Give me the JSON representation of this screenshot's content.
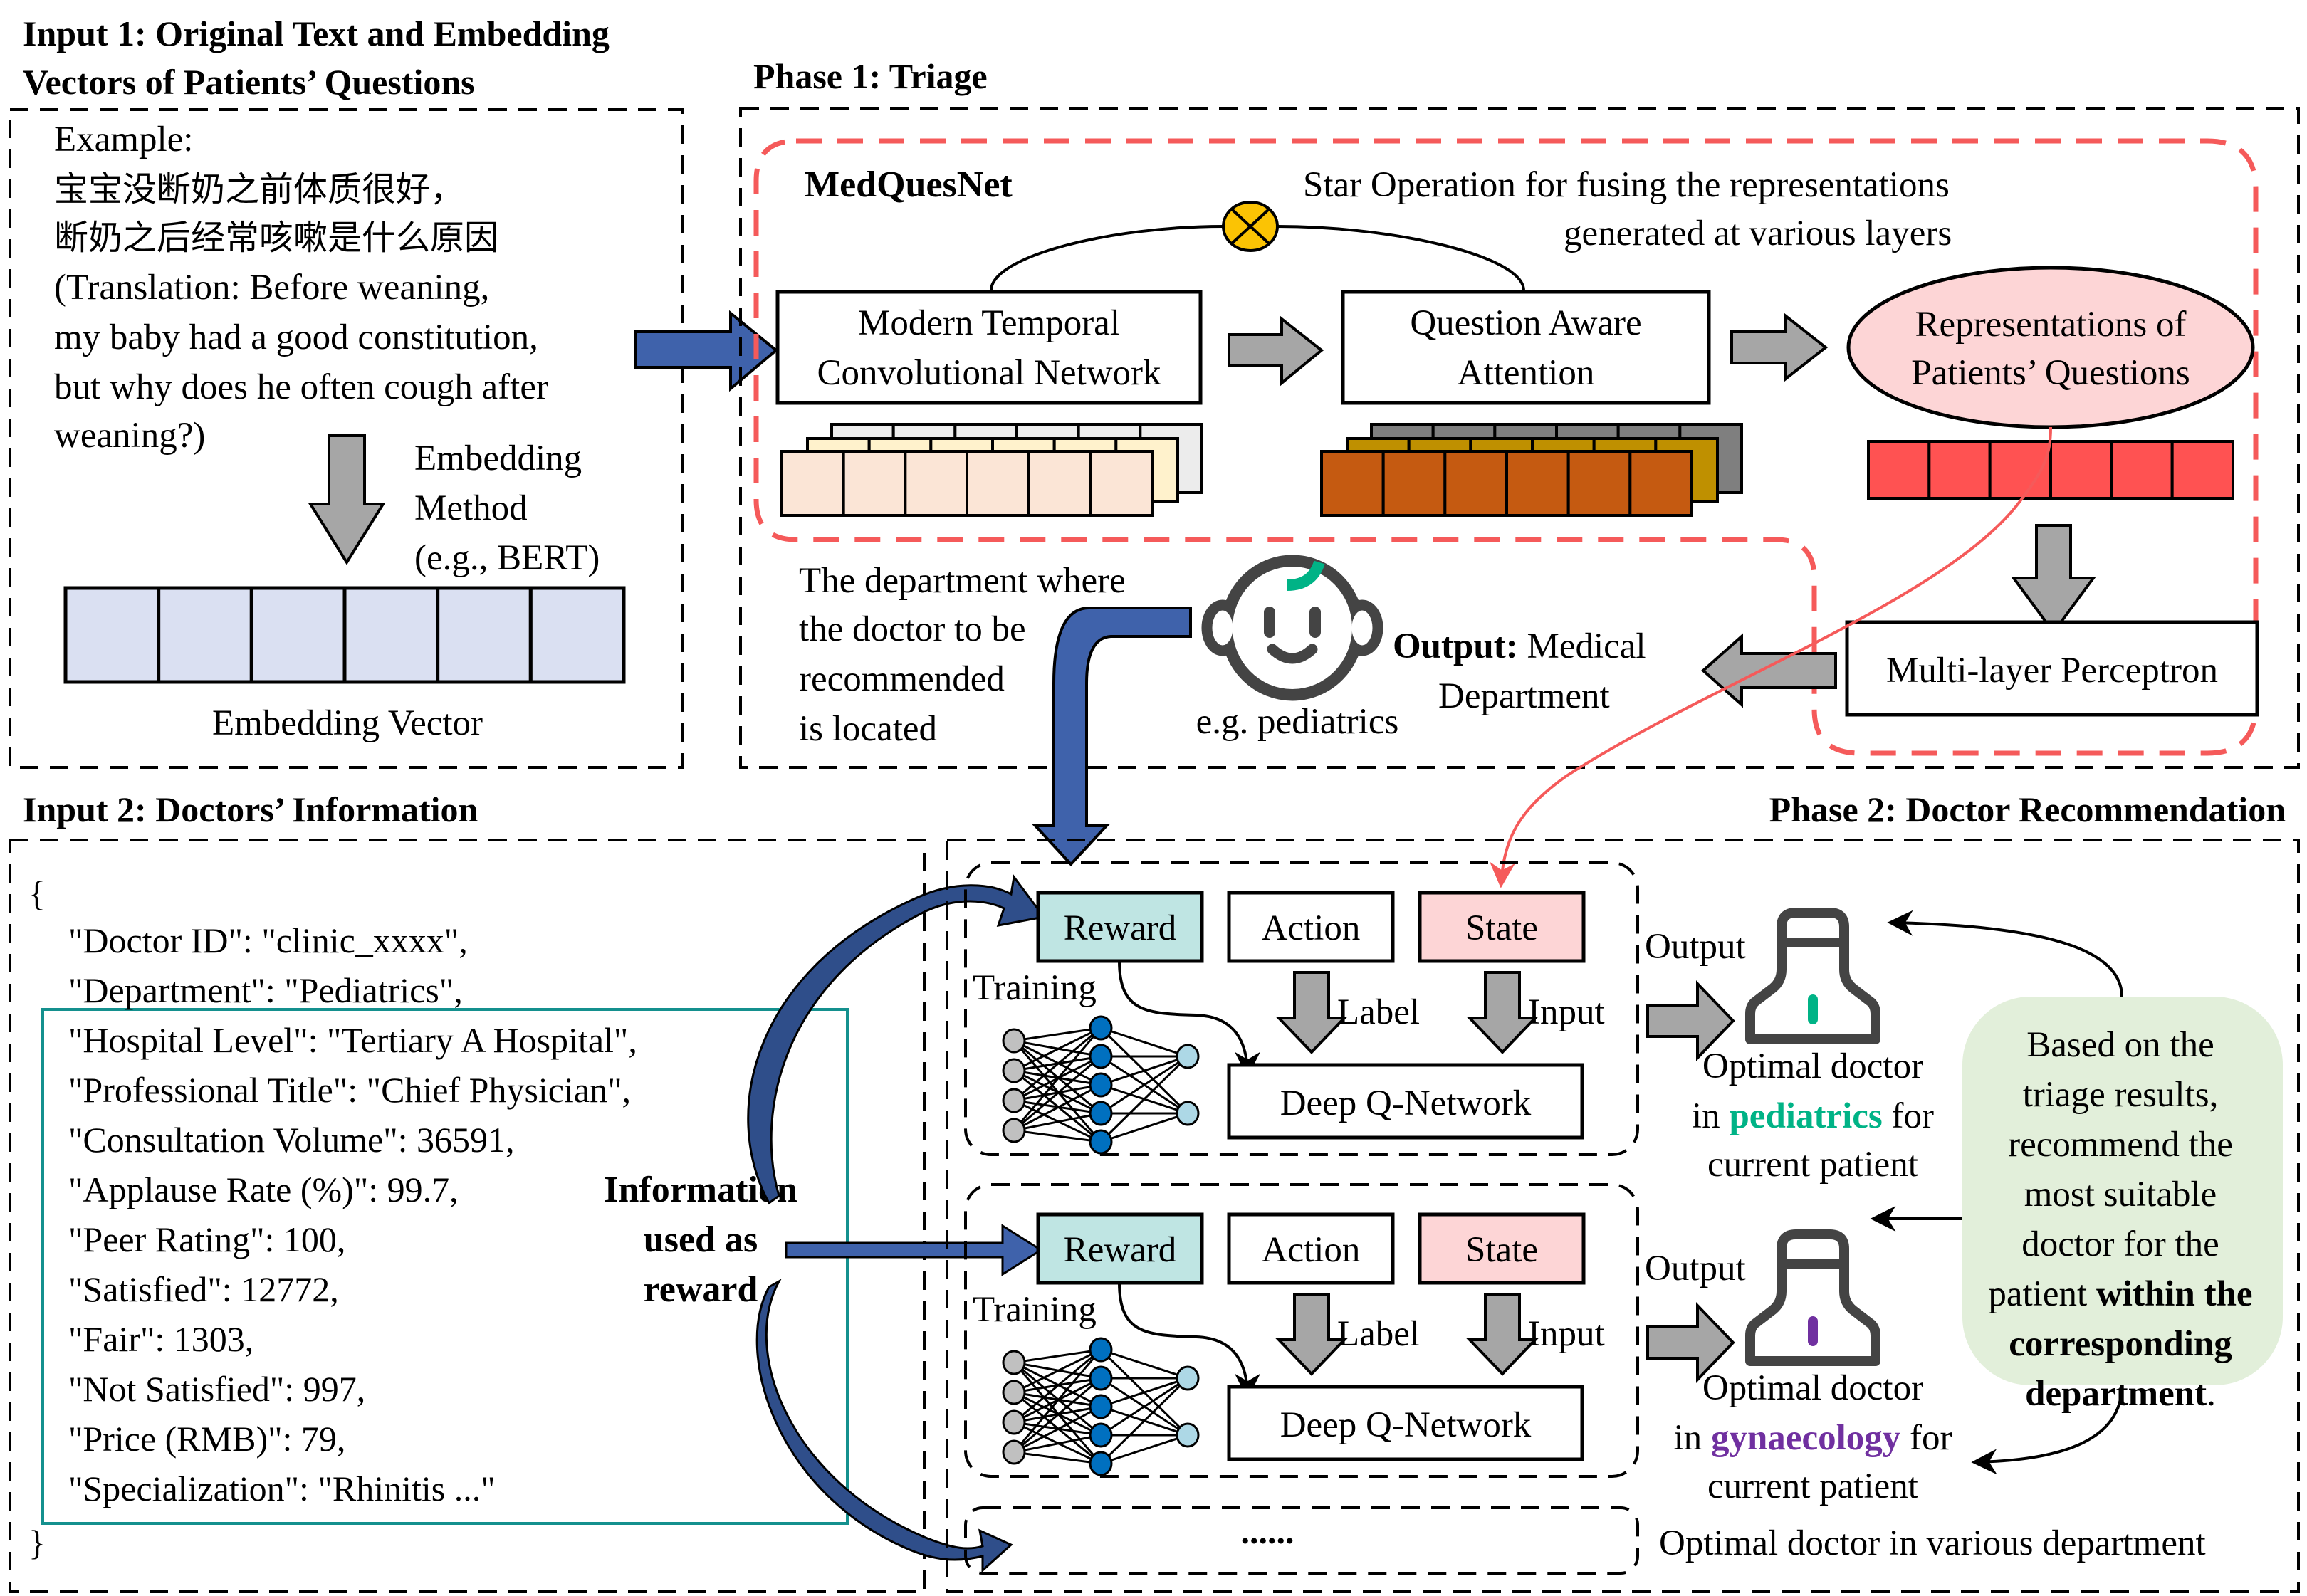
{
  "colors": {
    "blue_arrow": "#3f62ab",
    "gray_arrow": "#a6a6a6",
    "medquesnet_red": "#f55a5a",
    "teal": "#14908e",
    "pediatrics_green": "#00b386",
    "gynaecology_purple": "#7030a0",
    "reward_fill": "#bfe5e3",
    "state_fill": "#fdd5d6",
    "repr_fill": "#fdd5d6",
    "repr_vector_fill": "#ff5252",
    "embedding_fill": "#dae0f2",
    "star_op_fill": "#fbc304",
    "summary_fill": "#e2efda",
    "icon_gray": "#444444"
  },
  "input1": {
    "heading_line1": "Input 1: Original Text and Embedding",
    "heading_line2": "Vectors of Patients’ Questions",
    "example_label": "Example:",
    "chinese_line1": "宝宝没断奶之前体质很好，",
    "chinese_line2": "断奶之后经常咳嗽是什么原因",
    "translation_lines": [
      "(Translation: Before weaning,",
      "my baby had a good constitution,",
      "but why does he often cough after",
      "weaning?)"
    ],
    "method_lines": [
      "Embedding",
      "Method",
      "(e.g., BERT)"
    ],
    "vector_cells": 6,
    "vector_label": "Embedding Vector"
  },
  "phase1": {
    "heading": "Phase 1: Triage",
    "medquesnet_label": "MedQuesNet",
    "star_op_lines": [
      "Star Operation for fusing the representations",
      "generated at various layers"
    ],
    "mtcn_lines": [
      "Modern Temporal",
      "Convolutional Network"
    ],
    "qaa_lines": [
      "Question Aware",
      "Attention"
    ],
    "repr_lines": [
      "Representations of",
      "Patients’ Questions"
    ],
    "feature_cells": 6,
    "mlp_label": "Multi-layer Perceptron",
    "output_bold": "Output:",
    "output_rest": " Medical",
    "output_line2": "Department",
    "example_department": "e.g. pediatrics",
    "department_note_lines": [
      "The department where",
      "the doctor to be",
      "recommended",
      "is located"
    ]
  },
  "input2": {
    "heading": "Input 2: Doctors’ Information",
    "open_brace": "{",
    "close_brace": "}",
    "fields": [
      "\"Doctor ID\": \"clinic_xxxx\",",
      "\"Department\": \"Pediatrics\",",
      "\"Hospital Level\": \"Tertiary A Hospital\",",
      "\"Professional Title\": \"Chief Physician\",",
      "\"Consultation Volume\": 36591,",
      "\"Applause Rate (%)\": 99.7,",
      "\"Peer Rating\": 100,",
      "\"Satisfied\": 12772,",
      "\"Fair\": 1303,",
      "\"Not Satisfied\": 997,",
      "\"Price (RMB)\": 79,",
      "\"Specialization\": \"Rhinitis ...\""
    ],
    "reward_note_lines": [
      "Information",
      "used as",
      "reward"
    ]
  },
  "phase2": {
    "heading": "Phase 2: Doctor Recommendation",
    "modules": [
      {
        "reward": "Reward",
        "action": "Action",
        "state": "State",
        "training": "Training",
        "label": "Label",
        "input": "Input",
        "dqn": "Deep Q-Network",
        "output": "Output",
        "result_line1": "Optimal doctor",
        "result_pre": "in ",
        "result_dept": "pediatrics",
        "result_post": " for",
        "result_line3": "current patient"
      },
      {
        "reward": "Reward",
        "action": "Action",
        "state": "State",
        "training": "Training",
        "label": "Label",
        "input": "Input",
        "dqn": "Deep Q-Network",
        "output": "Output",
        "result_line1": "Optimal doctor",
        "result_pre": "in ",
        "result_dept": "gynaecology",
        "result_post": " for",
        "result_line3": "current patient"
      }
    ],
    "ellipsis": "......",
    "various_label": "Optimal doctor in various department",
    "summary_lines": [
      "Based on the",
      "triage results,",
      "recommend the",
      "most suitable",
      "doctor for the"
    ],
    "summary_line6_normal": "patient ",
    "summary_line6_bold": "within the",
    "summary_line7_bold": "corresponding",
    "summary_line8_bold": "department",
    "summary_line8_end": "."
  }
}
